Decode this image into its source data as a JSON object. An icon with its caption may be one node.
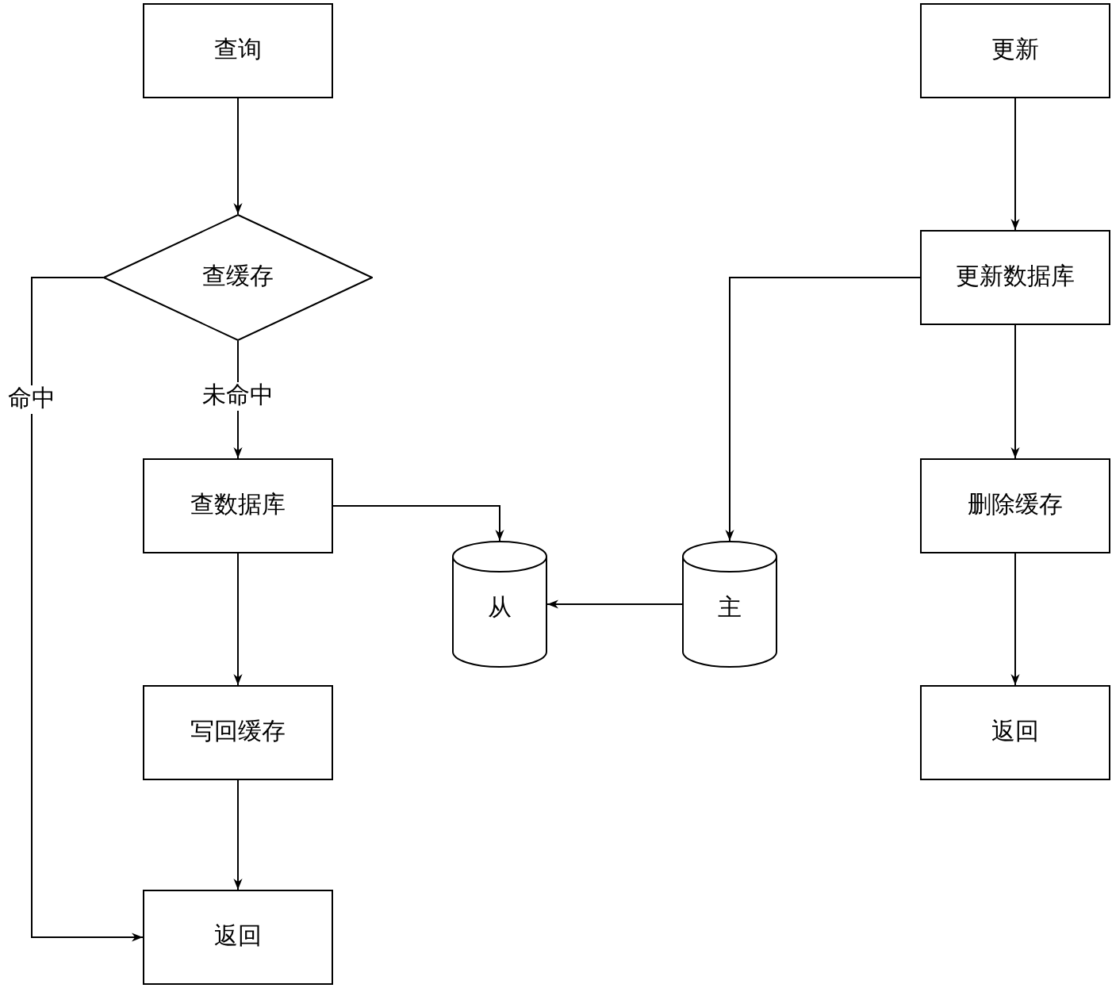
{
  "diagram": {
    "nodes": [
      {
        "text": [
          "查询"
        ]
      },
      {
        "text": [
          "查缓存"
        ]
      },
      {
        "text": [
          "查数据库"
        ]
      },
      {
        "text": [
          "写回缓存"
        ]
      },
      {
        "text": [
          "返回"
        ]
      },
      {
        "text": [
          "从"
        ]
      },
      {
        "text": [
          "主"
        ]
      },
      {
        "text": [
          "更新"
        ]
      },
      {
        "text": [
          "更新数据库"
        ]
      },
      {
        "text": [
          "删除缓存"
        ]
      },
      {
        "text": [
          "返回"
        ]
      }
    ],
    "edges": [
      {
        "from": 0,
        "to": 1,
        "arrow": "to"
      },
      {
        "from": 1,
        "to": 2,
        "arrow": "to",
        "label": "未命中"
      },
      {
        "from": 1,
        "to": 4,
        "arrow": "to",
        "label": "命中"
      },
      {
        "from": 2,
        "to": 3,
        "arrow": "to"
      },
      {
        "from": 3,
        "to": 4,
        "arrow": "to"
      },
      {
        "from": 2,
        "to": 5,
        "arrow": "to"
      },
      {
        "from": 6,
        "to": 5,
        "arrow": "to"
      },
      {
        "from": 7,
        "to": 8,
        "arrow": "to"
      },
      {
        "from": 8,
        "to": 6,
        "arrow": "to"
      },
      {
        "from": 8,
        "to": 9,
        "arrow": "to"
      },
      {
        "from": 9,
        "to": 10,
        "arrow": "to"
      }
    ]
  }
}
